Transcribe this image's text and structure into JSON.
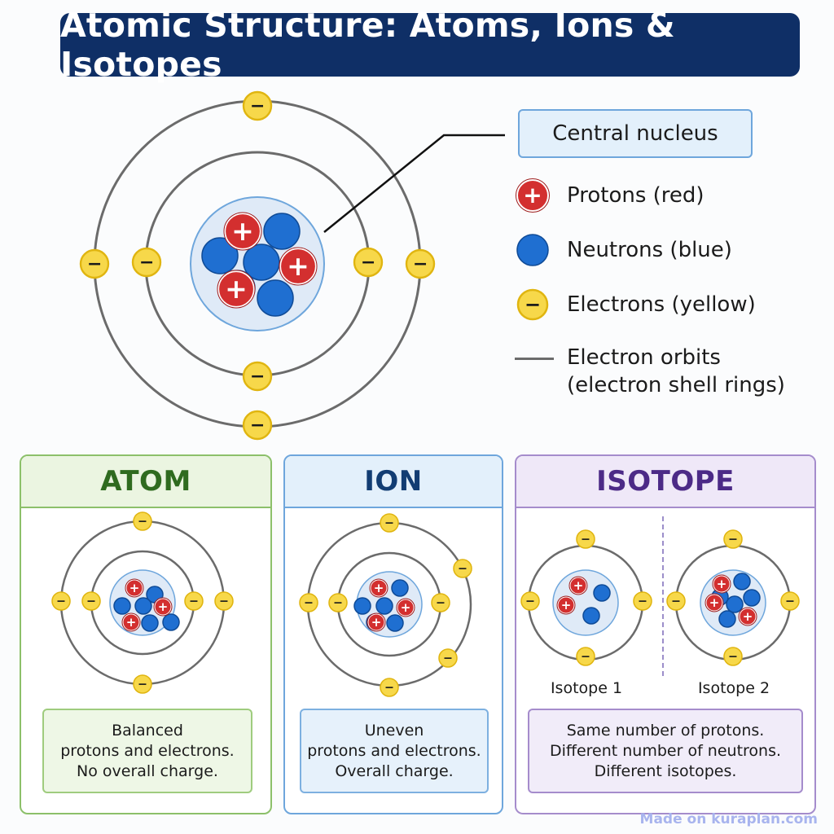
{
  "title": "Atomic Structure: Atoms, Ions & Isotopes",
  "legend": {
    "nucleus_label": "Central nucleus",
    "protons": "Protons (red)",
    "neutrons": "Neutrons (blue)",
    "electrons": "Electrons (yellow)",
    "orbits_line1": "Electron orbits",
    "orbits_line2": "(electron shell rings)"
  },
  "symbols": {
    "proton": "+",
    "electron": "−"
  },
  "colors": {
    "proton": "#d32f2f",
    "neutron": "#1f6fd1",
    "electron": "#f7d84a",
    "orbit": "#6b6b6b",
    "title_bg": "#0f2f66",
    "atom_accent": "#8cc06a",
    "ion_accent": "#6ea6dc",
    "isotope_accent": "#a58ccc"
  },
  "panels": {
    "atom": {
      "heading": "ATOM",
      "caption": [
        "Balanced",
        "protons and electrons.",
        "No overall charge."
      ]
    },
    "ion": {
      "heading": "ION",
      "caption": [
        "Uneven",
        "protons and electrons.",
        "Overall charge."
      ]
    },
    "isotope": {
      "heading": "ISOTOPE",
      "isotope1_label": "Isotope 1",
      "isotope2_label": "Isotope 2",
      "caption": [
        "Same number of protons.",
        "Different number of neutrons.",
        "Different isotopes."
      ]
    }
  },
  "watermark": "Made on kuraplan.com"
}
